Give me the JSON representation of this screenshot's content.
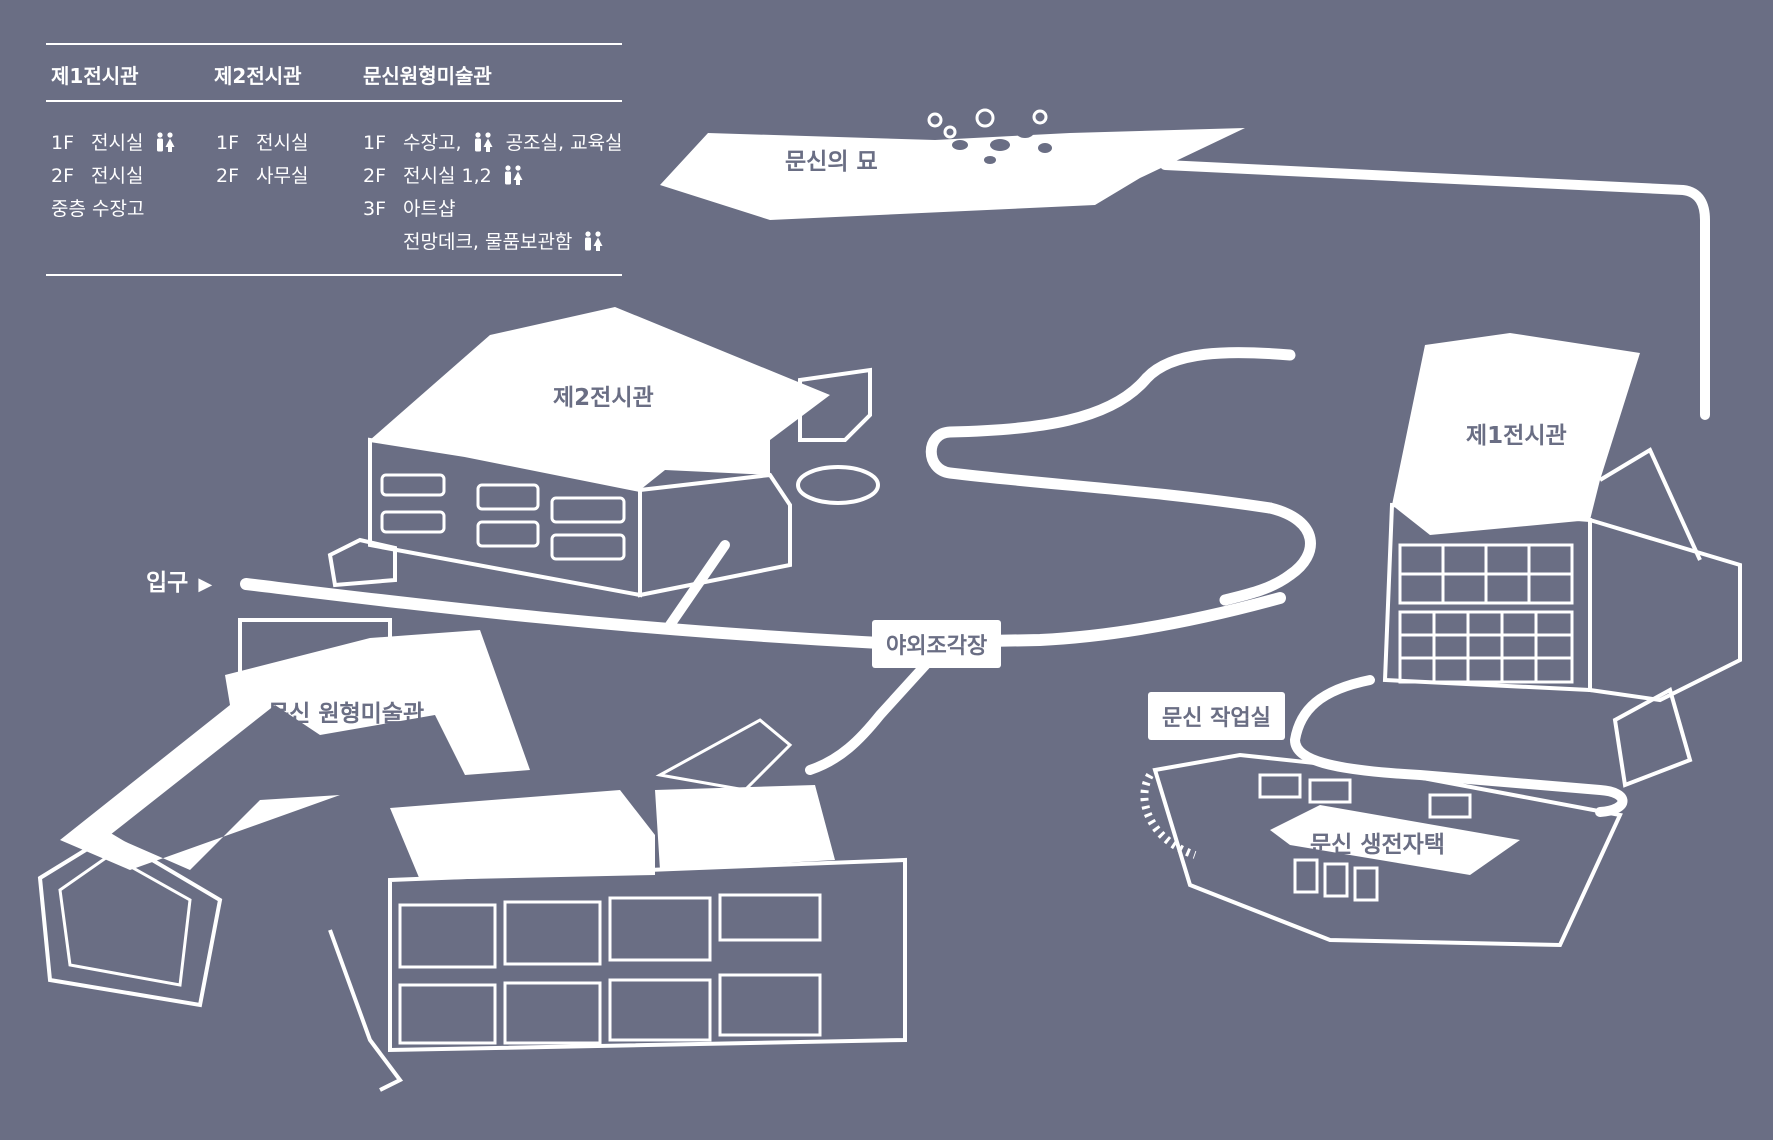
{
  "legend": {
    "columns": [
      {
        "title": "제1전시관",
        "rows": [
          {
            "floor": "1F",
            "desc": "전시실",
            "restroom": true
          },
          {
            "floor": "2F",
            "desc": "전시실",
            "restroom": false
          },
          {
            "floor": "",
            "desc": "중층 수장고",
            "restroom": false
          }
        ]
      },
      {
        "title": "제2전시관",
        "rows": [
          {
            "floor": "1F",
            "desc": "전시실",
            "restroom": false
          },
          {
            "floor": "2F",
            "desc": "사무실",
            "restroom": false
          }
        ]
      },
      {
        "title": "문신원형미술관",
        "rows": [
          {
            "floor": "1F",
            "desc_a": "수장고,",
            "desc_b": "공조실, 교육실",
            "restroom": true
          },
          {
            "floor": "2F",
            "desc": "전시실 1,2",
            "restroom": true
          },
          {
            "floor": "3F",
            "desc": "아트샵",
            "restroom": false
          },
          {
            "floor": "",
            "desc": "전망데크, 물품보관함",
            "restroom": true
          }
        ]
      }
    ]
  },
  "map": {
    "entrance_label": "입구",
    "entrance_arrow": "▶",
    "tomb_label": "문신의 묘",
    "gallery2_label": "제2전시관",
    "gallery1_label": "제1전시관",
    "won_museum_label": "문신 원형미술관",
    "sculpture_park_label": "야외조각장",
    "studio_label": "문신 작업실",
    "residence_label": "문신 생전자택"
  },
  "icons": {
    "restroom": "restroom-icon",
    "entrance": "arrow-right-icon"
  },
  "colors": {
    "background": "#6a6e84",
    "foreground": "#ffffff"
  }
}
